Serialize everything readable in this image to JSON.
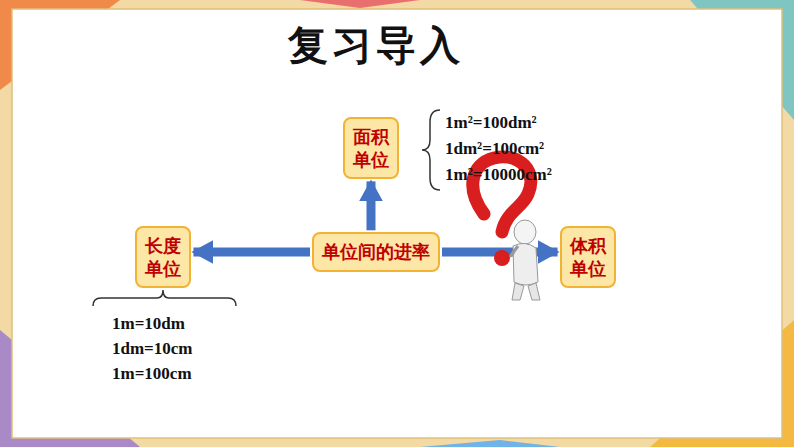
{
  "diagram": {
    "title": "复习导入",
    "nodes": [
      {
        "text": [
          "面积单位"
        ]
      },
      {
        "text": [
          "长度单位"
        ]
      },
      {
        "text": [
          "单位间的进率"
        ]
      },
      {
        "text": [
          "体积单位"
        ]
      }
    ],
    "edges": [
      {
        "from": 2,
        "to": 0,
        "arrow": "to"
      },
      {
        "from": 2,
        "to": 1,
        "arrow": "to"
      },
      {
        "from": 2,
        "to": 3,
        "arrow": "to"
      }
    ],
    "labels": [
      "1m²=100dm²",
      "1dm²=100cm²",
      "1m²=10000cm²",
      "1m=10dm",
      "1dm=10cm",
      "1m=100cm"
    ]
  }
}
